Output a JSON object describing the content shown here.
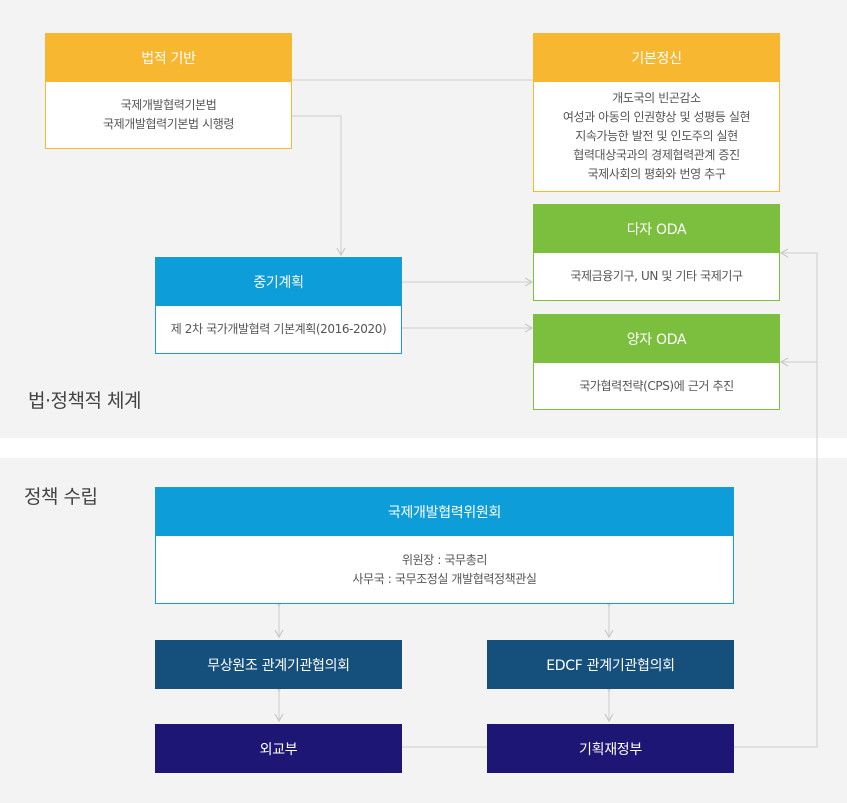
{
  "section_policy_system": "법·정책적 체계",
  "section_policy_making": "정책 수립",
  "legal_basis": {
    "title": "법적 기반",
    "lines": [
      "국제개발협력기본법",
      "국제개발협력기본법 시행령"
    ]
  },
  "basic_spirit": {
    "title": "기본정신",
    "lines": [
      "개도국의 빈곤감소",
      "여성과 아동의 인권향상 및 성평등 실현",
      "지속가능한 발전 및 인도주의 실현",
      "협력대상국과의 경제협력관계 증진",
      "국제사회의 평화와 번영 추구"
    ]
  },
  "mid_term_plan": {
    "title": "중기계획",
    "lines": [
      "제 2차 국가개발협력 기본계획(2016-2020)"
    ]
  },
  "multilateral_oda": {
    "title": "다자 ODA",
    "lines": [
      "국제금융기구, UN 및 기타  국제기구"
    ]
  },
  "bilateral_oda": {
    "title": "양자 ODA",
    "lines": [
      "국가협력전략(CPS)에 근거 추진"
    ]
  },
  "committee": {
    "title": "국제개발협력위원회",
    "lines": [
      "위원장 : 국무총리",
      "사무국 : 국무조정실 개발협력정책관실"
    ]
  },
  "grant_council": "무상원조 관계기관협의회",
  "edcf_council": "EDCF 관계기관협의회",
  "mofa": "외교부",
  "mosf": "기획재정부",
  "colors": {
    "yellow": "#f7b731",
    "green": "#7cbf3f",
    "blue": "#0d9ed9",
    "navy": "#15507d",
    "indigo": "#1d1675",
    "connector": "#cccccc"
  }
}
